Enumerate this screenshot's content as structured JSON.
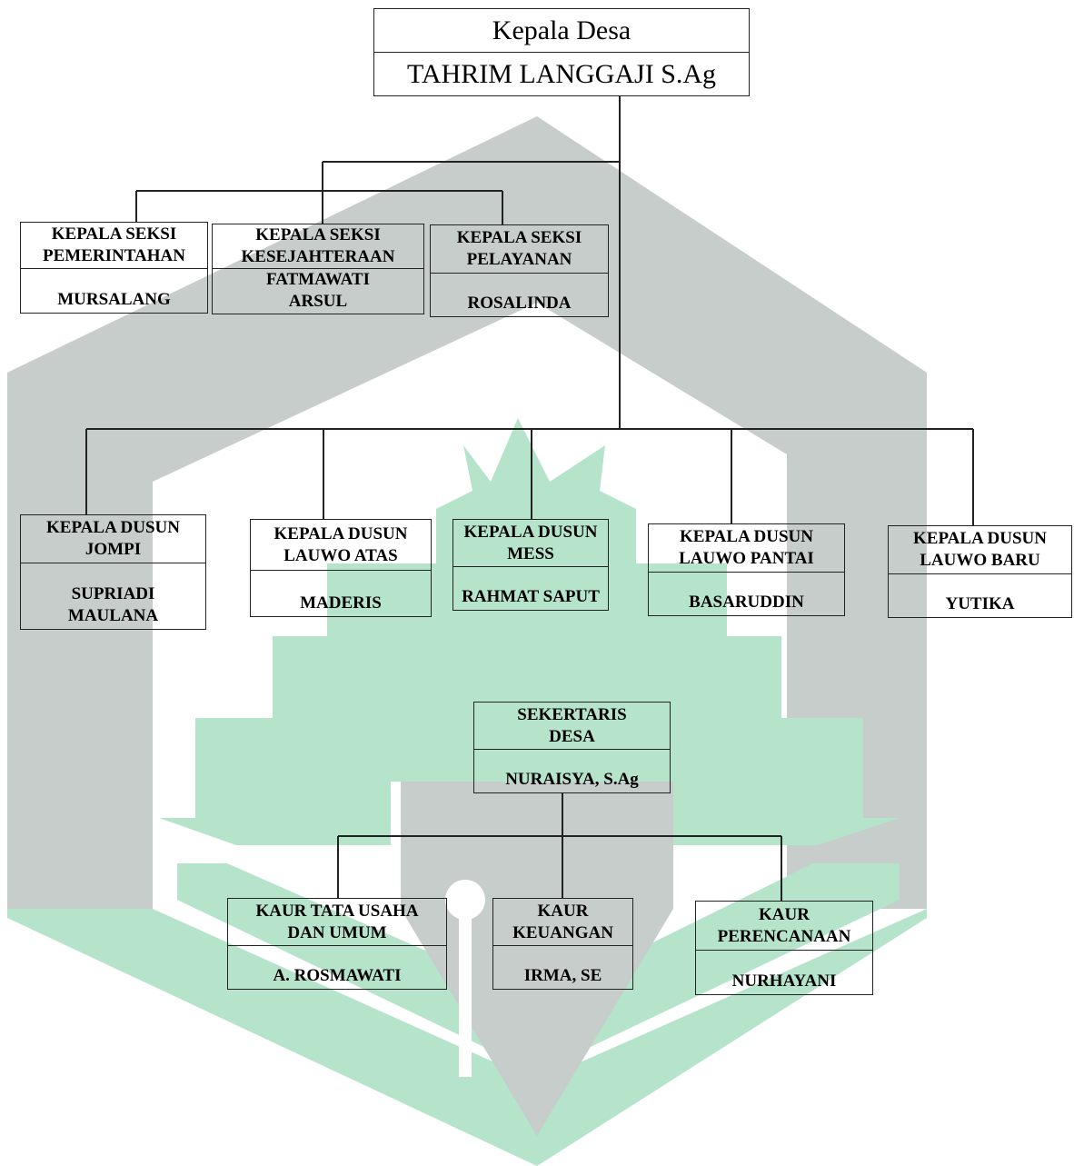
{
  "colors": {
    "watermark_green": "#b6e4cb",
    "watermark_grey": "#c6cdca",
    "line": "#222222"
  },
  "head": {
    "role": "Kepala Desa",
    "name": "TAHRIM LANGGAJI S.Ag"
  },
  "seksi": [
    {
      "role": "KEPALA SEKSI\nPEMERINTAHAN",
      "name": "MURSALANG"
    },
    {
      "role": "KEPALA SEKSI\nKESEJAHTERAAN",
      "name": "FATMAWATI\nARSUL"
    },
    {
      "role": "KEPALA SEKSI\nPELAYANAN",
      "name": "ROSALINDA"
    }
  ],
  "dusun": [
    {
      "role": "KEPALA DUSUN\nJOMPI",
      "name": "SUPRIADI\nMAULANA"
    },
    {
      "role": "KEPALA DUSUN\nLAUWO ATAS",
      "name": "MADERIS"
    },
    {
      "role": "KEPALA DUSUN\nMESS",
      "name": "RAHMAT SAPUT"
    },
    {
      "role": "KEPALA DUSUN\nLAUWO PANTAI",
      "name": "BASARUDDIN"
    },
    {
      "role": "KEPALA DUSUN\nLAUWO BARU",
      "name": "YUTIKA"
    }
  ],
  "sekretaris": {
    "role": "SEKERTARIS\nDESA",
    "name": "NURAISYA, S.Ag"
  },
  "kaur": [
    {
      "role": "KAUR TATA USAHA\nDAN UMUM",
      "name": "A. ROSMAWATI"
    },
    {
      "role": "KAUR\nKEUANGAN",
      "name": "IRMA, SE"
    },
    {
      "role": "KAUR\nPERENCANAAN",
      "name": "NURHAYANI"
    }
  ]
}
